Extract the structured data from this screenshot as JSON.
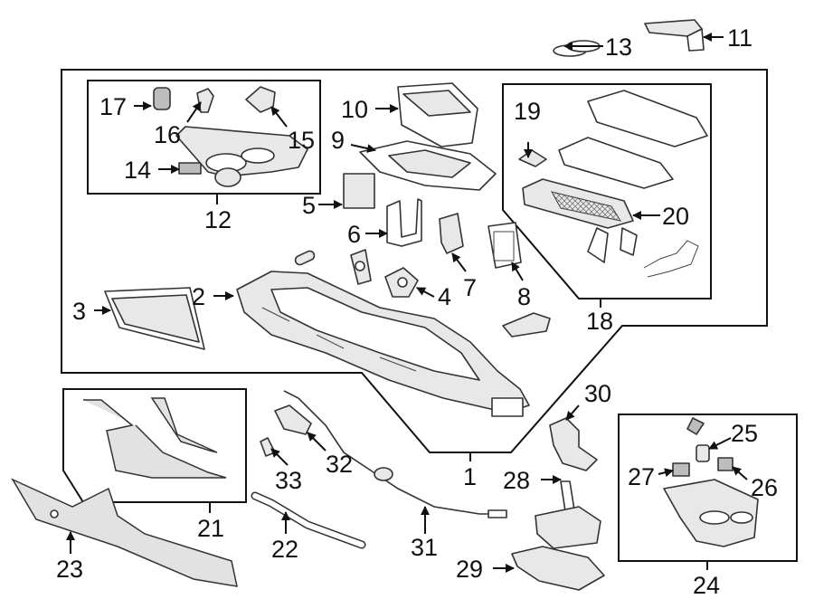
{
  "diagram": {
    "callouts": [
      {
        "id": "c1",
        "label": "1"
      },
      {
        "id": "c2",
        "label": "2"
      },
      {
        "id": "c3",
        "label": "3"
      },
      {
        "id": "c4",
        "label": "4"
      },
      {
        "id": "c5",
        "label": "5"
      },
      {
        "id": "c6",
        "label": "6"
      },
      {
        "id": "c7",
        "label": "7"
      },
      {
        "id": "c8",
        "label": "8"
      },
      {
        "id": "c9",
        "label": "9"
      },
      {
        "id": "c10",
        "label": "10"
      },
      {
        "id": "c11",
        "label": "11"
      },
      {
        "id": "c12",
        "label": "12"
      },
      {
        "id": "c13",
        "label": "13"
      },
      {
        "id": "c14",
        "label": "14"
      },
      {
        "id": "c15",
        "label": "15"
      },
      {
        "id": "c16",
        "label": "16"
      },
      {
        "id": "c17",
        "label": "17"
      },
      {
        "id": "c18",
        "label": "18"
      },
      {
        "id": "c19",
        "label": "19"
      },
      {
        "id": "c20",
        "label": "20"
      },
      {
        "id": "c21",
        "label": "21"
      },
      {
        "id": "c22",
        "label": "22"
      },
      {
        "id": "c23",
        "label": "23"
      },
      {
        "id": "c24",
        "label": "24"
      },
      {
        "id": "c25",
        "label": "25"
      },
      {
        "id": "c26",
        "label": "26"
      },
      {
        "id": "c27",
        "label": "27"
      },
      {
        "id": "c28",
        "label": "28"
      },
      {
        "id": "c29",
        "label": "29"
      },
      {
        "id": "c30",
        "label": "30"
      },
      {
        "id": "c31",
        "label": "31"
      },
      {
        "id": "c32",
        "label": "32"
      },
      {
        "id": "c33",
        "label": "33"
      }
    ]
  }
}
